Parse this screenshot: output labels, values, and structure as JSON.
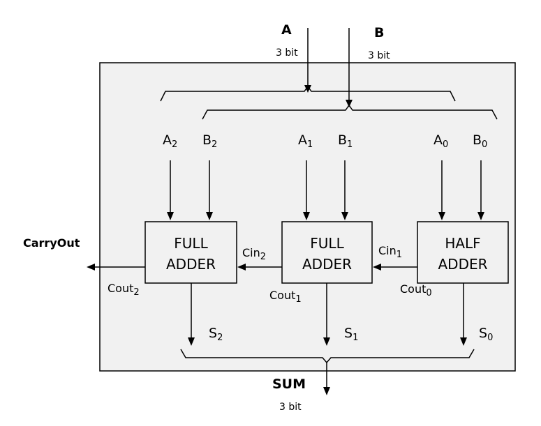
{
  "inputs": {
    "a": {
      "name": "A",
      "width": "3 bit"
    },
    "b": {
      "name": "B",
      "width": "3 bit"
    }
  },
  "output": {
    "name": "SUM",
    "width": "3 bit"
  },
  "carry_out_label": "CarryOut",
  "blocks": [
    {
      "line1": "FULL",
      "line2": "ADDER",
      "in_a": "A",
      "in_b": "B",
      "index": "2",
      "sum": "S",
      "cin": "Cin",
      "cin_index": "2",
      "cout": "Cout",
      "cout_index": "2"
    },
    {
      "line1": "FULL",
      "line2": "ADDER",
      "in_a": "A",
      "in_b": "B",
      "index": "1",
      "sum": "S",
      "cin": "Cin",
      "cin_index": "1",
      "cout": "Cout",
      "cout_index": "1"
    },
    {
      "line1": "HALF",
      "line2": "ADDER",
      "in_a": "A",
      "in_b": "B",
      "index": "0",
      "sum": "S",
      "cout": "Cout",
      "cout_index": "0"
    }
  ]
}
